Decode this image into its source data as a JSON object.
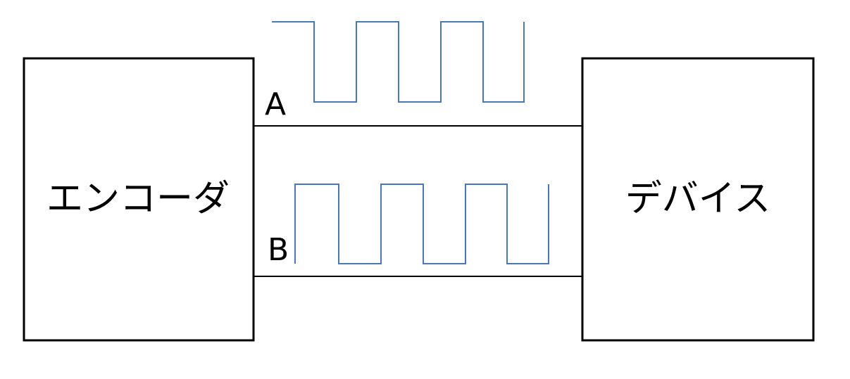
{
  "blocks": {
    "encoder": "エンコーダ",
    "device": "デバイス"
  },
  "signals": {
    "a_label": "A",
    "b_label": "B"
  },
  "colors": {
    "waveform": "#4a78b4",
    "lines": "#000000"
  },
  "waveform_a": {
    "levels": [
      1,
      0,
      1,
      0,
      1,
      0,
      1
    ]
  },
  "waveform_b": {
    "levels": [
      1,
      0,
      1,
      0,
      1,
      0,
      1
    ]
  }
}
